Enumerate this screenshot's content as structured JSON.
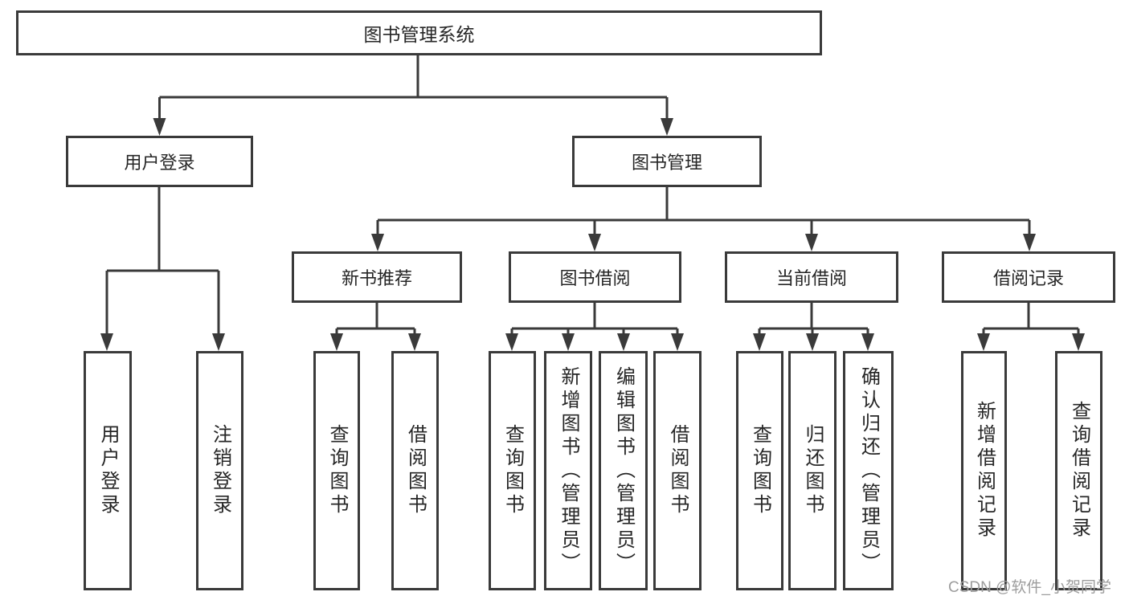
{
  "colors": {
    "line": "#3a3a3a",
    "box_border": "#3a3a3a",
    "box_fill": "#ffffff",
    "text": "#262626",
    "watermark": "#9d9d9d"
  },
  "nodes": {
    "root": "图书管理系统",
    "user_login": "用户登录",
    "book_mgmt": "图书管理",
    "new_book_rec": "新书推荐",
    "book_borrow": "图书借阅",
    "current_borrow": "当前借阅",
    "borrow_record": "借阅记录",
    "leaf_user_login": "用户登录",
    "leaf_logout": "注销登录",
    "leaf_query_book_1": "查询图书",
    "leaf_borrow_book_1": "借阅图书",
    "leaf_query_book_2": "查询图书",
    "leaf_add_book": "新增图书（管理员）",
    "leaf_edit_book": "编辑图书（管理员）",
    "leaf_borrow_book_2": "借阅图书",
    "leaf_query_book_3": "查询图书",
    "leaf_return_book": "归还图书",
    "leaf_confirm_return": "确认归还（管理员）",
    "leaf_add_record": "新增借阅记录",
    "leaf_query_record": "查询借阅记录"
  },
  "watermark": "CSDN @软件_小贺同学"
}
